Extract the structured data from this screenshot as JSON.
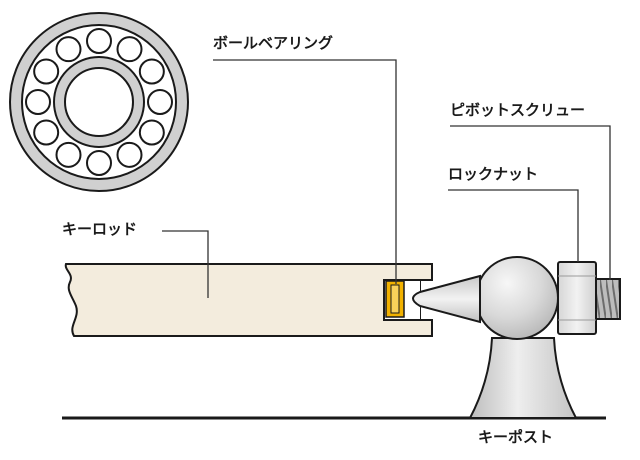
{
  "labels": {
    "ball_bearing": "ボールベアリング",
    "pivot_screw": "ピボットスクリュー",
    "lock_nut": "ロックナット",
    "key_rod": "キーロッド",
    "key_post": "キーポスト"
  },
  "colors": {
    "outline": "#1a1a1a",
    "bearing_ring": "#d0d0d0",
    "ball_fill": "#ffffff",
    "rod_fill": "#f3ecdd",
    "bearing_insert": "#f2b200",
    "metal_light": "#eeeeee",
    "metal_dark": "#bdbdbd",
    "leader_line": "#333333"
  }
}
